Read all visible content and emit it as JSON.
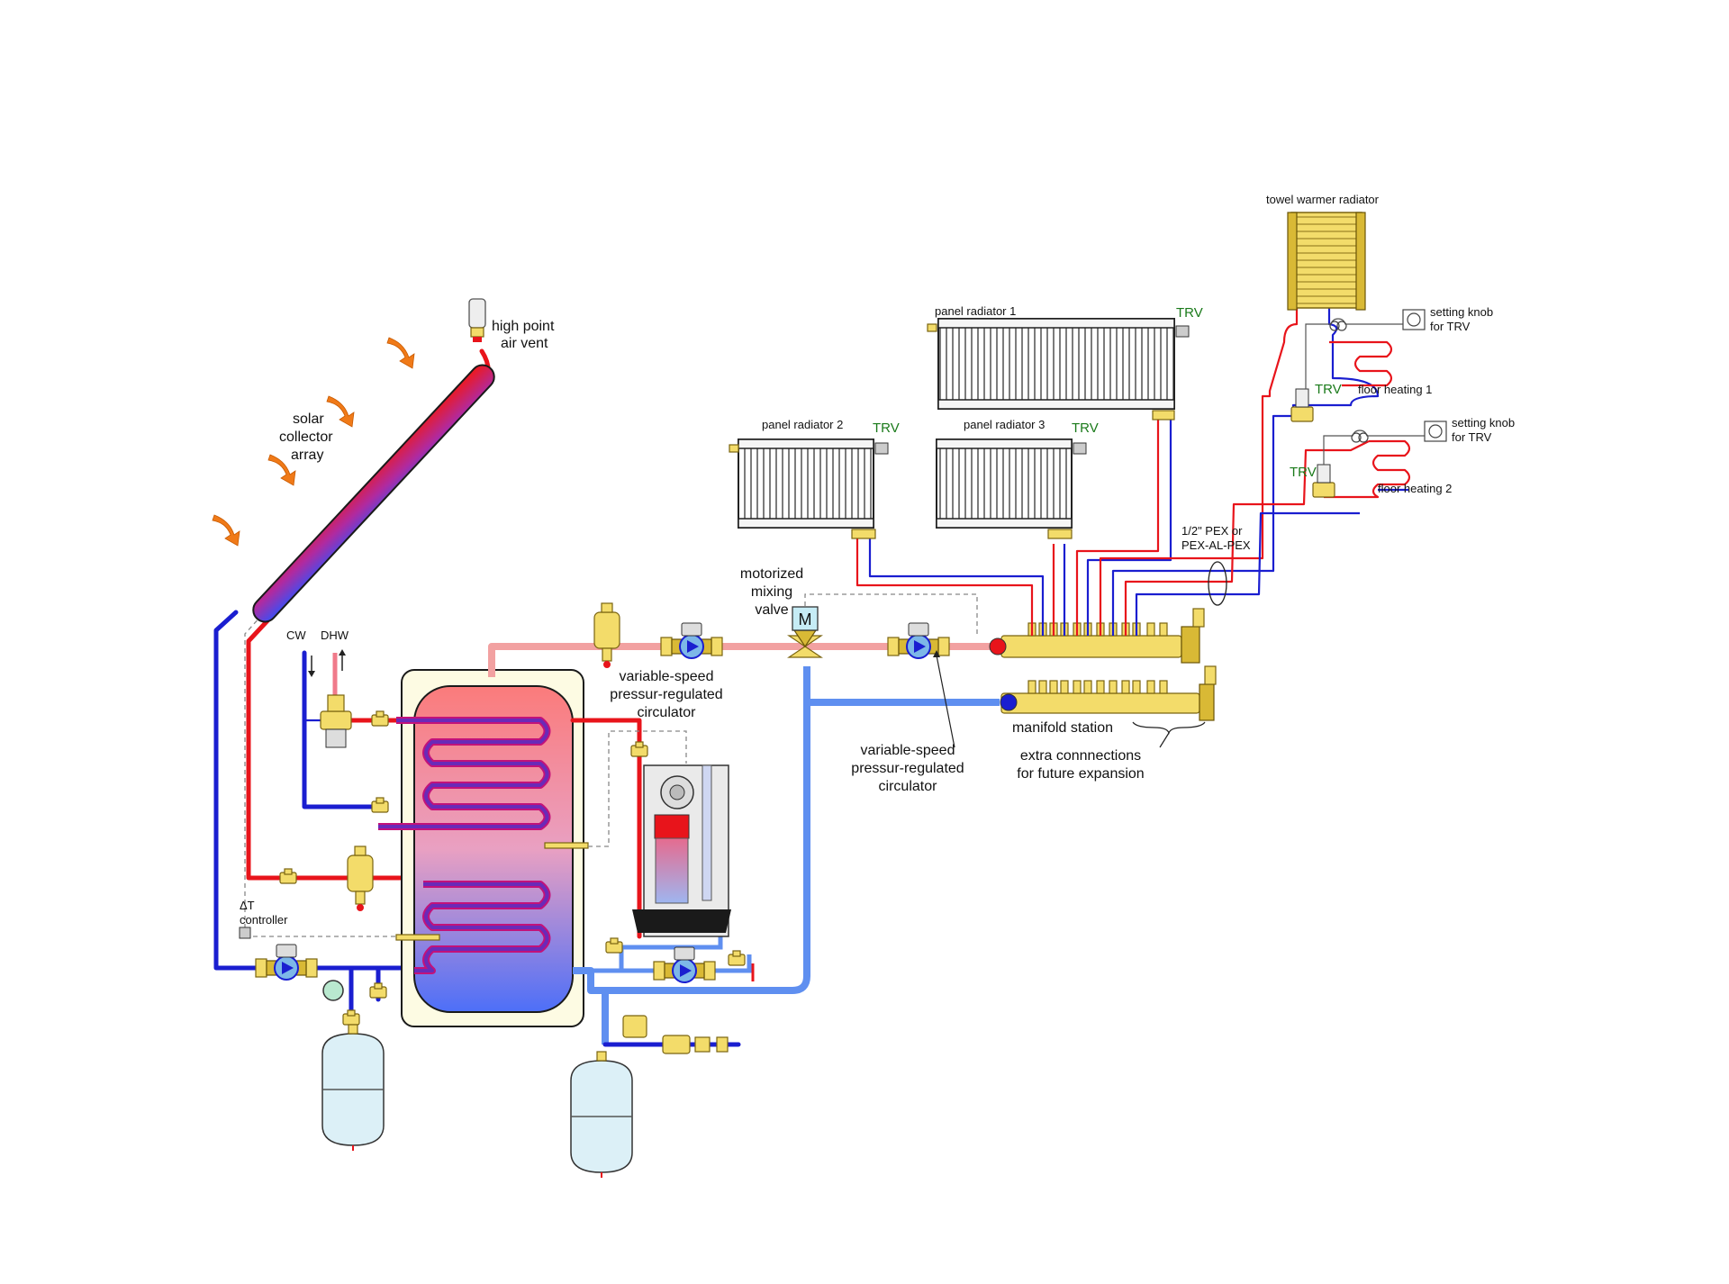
{
  "labels": {
    "high_point_air_vent_1": "high point",
    "high_point_air_vent_2": "air vent",
    "solar_1": "solar",
    "solar_2": "collector",
    "solar_3": "array",
    "cw": "CW",
    "dhw": "DHW",
    "delta_t_1": "ΔT",
    "delta_t_2": "controller",
    "circ1_1": "variable-speed",
    "circ1_2": "pressur-regulated",
    "circ1_3": "circulator",
    "mix_1": "motorized",
    "mix_2": "mixing",
    "mix_3": "valve",
    "mix_symbol": "M",
    "circ2_1": "variable-speed",
    "circ2_2": "pressur-regulated",
    "circ2_3": "circulator",
    "manifold_station": "manifold station",
    "extra_1": "extra connnections",
    "extra_2": "for future expansion",
    "pex_1": "1/2\" PEX or",
    "pex_2": "PEX-AL-PEX",
    "panel_radiator_1": "panel radiator 1",
    "panel_radiator_2": "panel radiator 2",
    "panel_radiator_3": "panel radiator 3",
    "trv": "TRV",
    "towel_warmer": "towel warmer radiator",
    "knob_1_a": "setting knob",
    "knob_1_b": "for TRV",
    "knob_2_a": "setting knob",
    "knob_2_b": "for TRV",
    "floor_heating_1": "floor heating 1",
    "floor_heating_2": "floor heating 2"
  },
  "colors": {
    "hot_pipe": "#e8141b",
    "cold_pipe": "#1a1ed0",
    "warm_supply": "#f2a1a1",
    "cool_return": "#5f8ff0",
    "brass": "#f3dc6a",
    "trv_text": "#1a7a1a",
    "sun_arrows": "#f07a18"
  }
}
